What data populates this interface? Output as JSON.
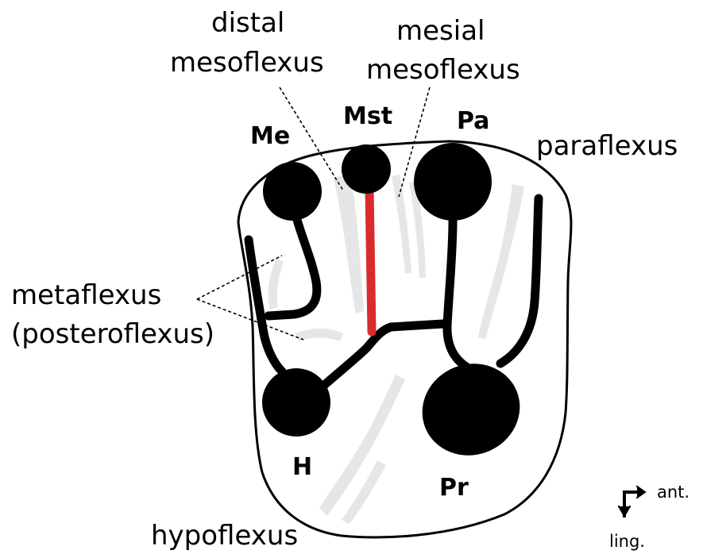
{
  "labels": {
    "distal_mesoflexus": [
      "distal",
      "mesoflexus"
    ],
    "mesial_mesoflexus": [
      "mesial",
      "mesoflexus"
    ],
    "paraflexus": "paraflexus",
    "metaflexus": [
      "metaflexus",
      "(posteroflexus)"
    ],
    "hypoflexus": "hypoflexus"
  },
  "cusps": {
    "me": "Me",
    "mst": "Mst",
    "pa": "Pa",
    "h": "H",
    "pr": "Pr"
  },
  "orientation": {
    "anterior": "ant.",
    "lingual": "ling."
  },
  "colors": {
    "ink": "#000000",
    "highlight_ridge": "#d92b2b",
    "flexus_shading": "#e6e6e6"
  }
}
